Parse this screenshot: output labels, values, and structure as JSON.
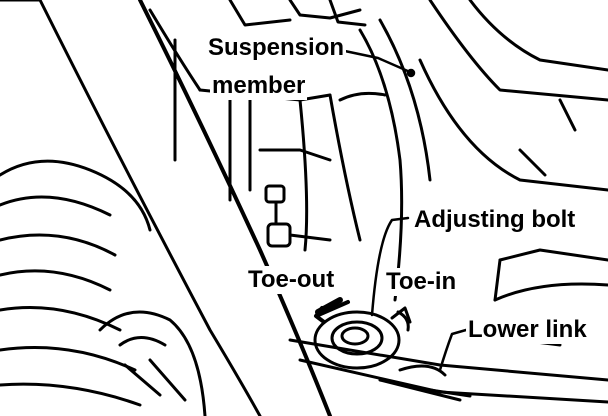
{
  "figure": {
    "labels": {
      "suspension_line1": "Suspension",
      "suspension_line2": "member",
      "adjusting_bolt": "Adjusting bolt",
      "toe_out": "Toe-out",
      "toe_in": "Toe-in",
      "lower_link": "Lower link"
    },
    "colors": {
      "ink": "#000000",
      "paper": "#ffffff"
    }
  }
}
